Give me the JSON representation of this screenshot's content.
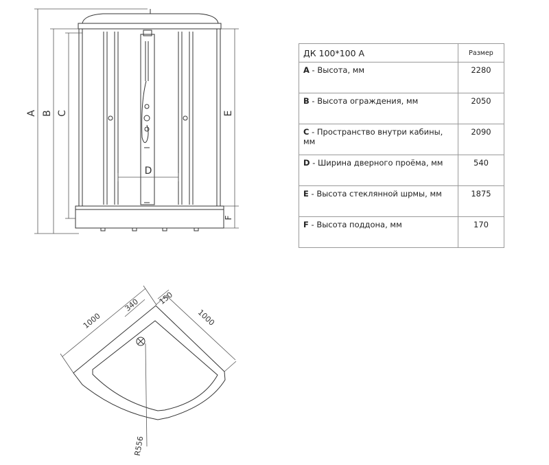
{
  "table": {
    "model": "ДК 100*100 А",
    "size_header": "Размер",
    "rows": [
      {
        "letter": "A",
        "label": " - Высота, мм",
        "value": "2280"
      },
      {
        "letter": "B",
        "label": " - Высота ограждения, мм",
        "value": "2050"
      },
      {
        "letter": "C",
        "label": " - Пространство внутри кабины, мм",
        "value": "2090"
      },
      {
        "letter": "D",
        "label": " - Ширина дверного проёма, мм",
        "value": "540"
      },
      {
        "letter": "E",
        "label": " - Высота стеклянной шрмы, мм",
        "value": "1875"
      },
      {
        "letter": "F",
        "label": " - Высота поддона, мм",
        "value": "170"
      }
    ]
  },
  "front_view": {
    "dim_a": "A",
    "dim_b": "B",
    "dim_c": "C",
    "dim_d": "D",
    "dim_e": "E",
    "dim_f": "F"
  },
  "top_view": {
    "side_left": "1000",
    "side_right": "1000",
    "offset_340": "340",
    "offset_150": "150",
    "radius": "R556"
  }
}
